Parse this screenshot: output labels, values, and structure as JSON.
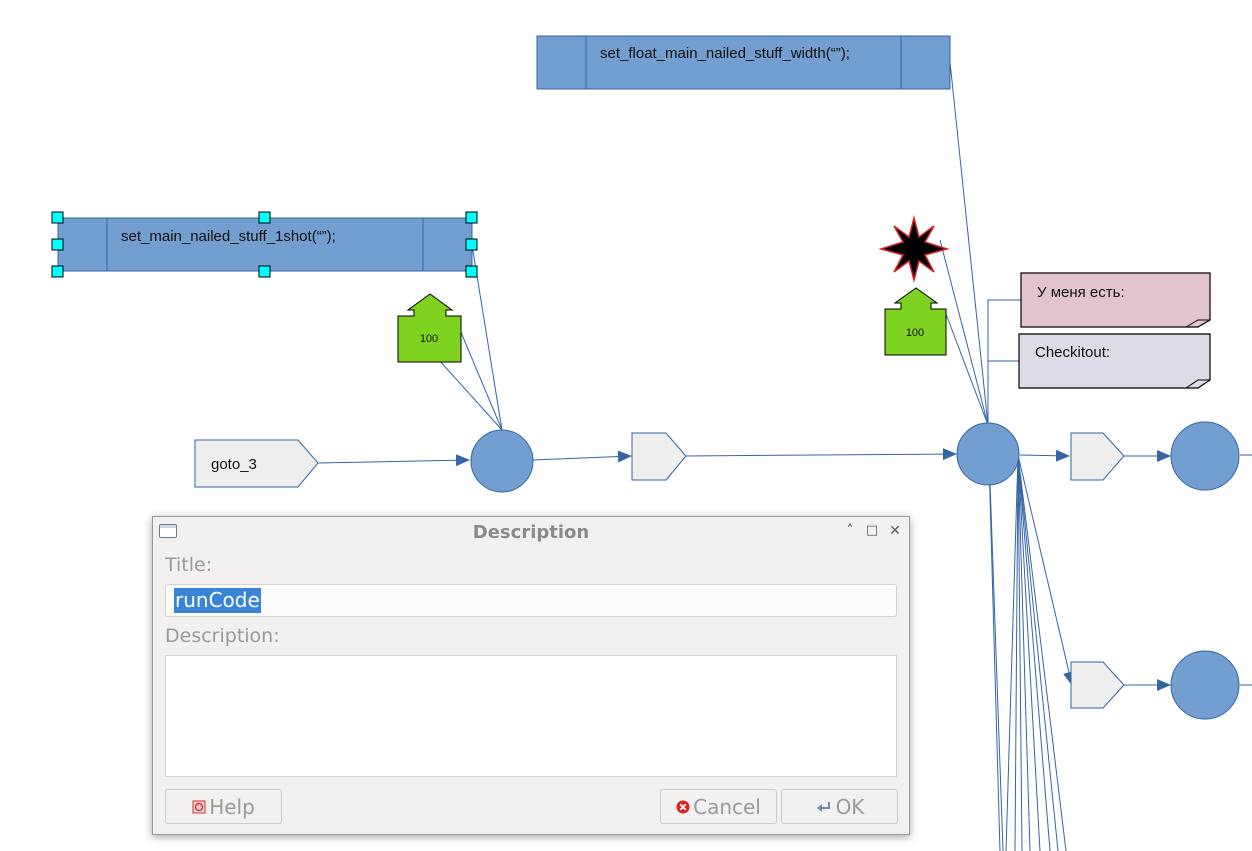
{
  "diagram": {
    "blocks": [
      {
        "id": "block-set-float",
        "text": "set_float_main_nailed_stuff_width(“”);"
      },
      {
        "id": "block-set-main",
        "text": "set_main_nailed_stuff_1shot(“”);"
      }
    ],
    "tags": [
      {
        "id": "tag-left",
        "text": "100"
      },
      {
        "id": "tag-right",
        "text": "100"
      }
    ],
    "goto_label": "goto_3",
    "notes": [
      {
        "id": "note-1",
        "text": "У меня есть:",
        "color": "#e2c4cc"
      },
      {
        "id": "note-2",
        "text": "Checkitout:",
        "color": "#dcdbe6"
      }
    ],
    "colors": {
      "block": "#729fcf",
      "node": "#729fcf",
      "line": "#3465a4",
      "tag": "#7ed321",
      "pentagon": "#eeeeee"
    }
  },
  "dialog": {
    "title": "Description",
    "controls": {
      "minimize": "˄",
      "maximize": "□",
      "close": "✕"
    },
    "title_label": "Title:",
    "title_value": "runCode",
    "description_label": "Description:",
    "description_value": "",
    "buttons": {
      "help": "Help",
      "cancel": "Cancel",
      "ok": "OK"
    }
  }
}
